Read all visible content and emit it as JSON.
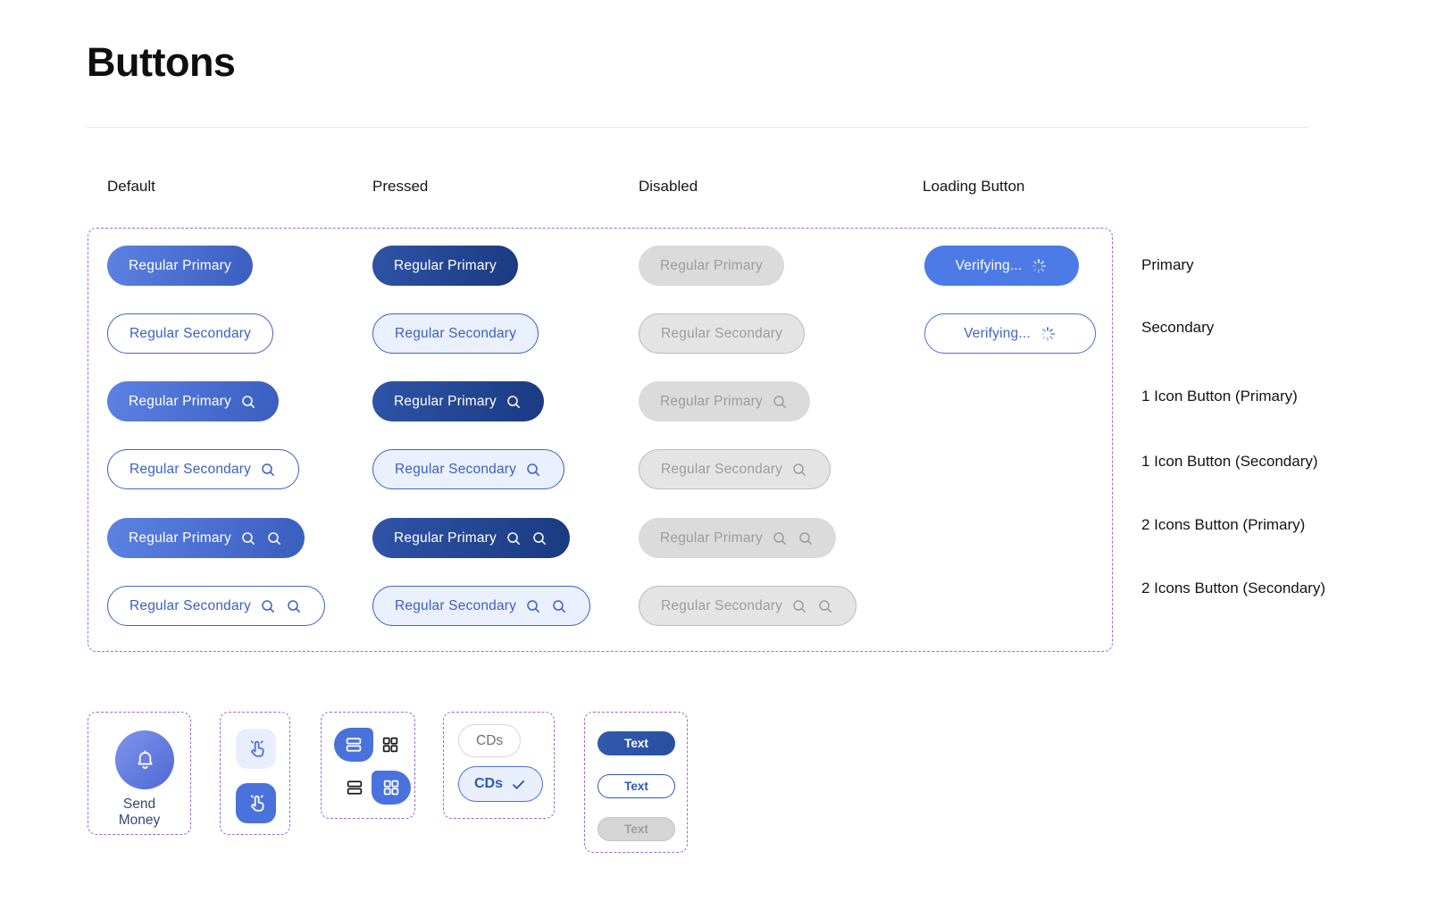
{
  "page": {
    "title": "Buttons"
  },
  "columns": {
    "default": "Default",
    "pressed": "Pressed",
    "disabled": "Disabled",
    "loading": "Loading Button"
  },
  "row_labels": {
    "primary": "Primary",
    "secondary": "Secondary",
    "icon1_primary": "1 Icon Button (Primary)",
    "icon1_secondary": "1 Icon Button (Secondary)",
    "icon2_primary": "2 Icons Button (Primary)",
    "icon2_secondary": "2 Icons Button (Secondary)"
  },
  "buttons": {
    "regular_primary": "Regular Primary",
    "regular_secondary": "Regular Secondary",
    "verifying": "Verifying...",
    "text": "Text",
    "cds": "CDs"
  },
  "send_money": {
    "line1": "Send",
    "line2": "Money"
  },
  "icons": {
    "search": "search-icon (magnifying glass)",
    "spinner": "spinner-icon (loading sunburst)",
    "bell": "bell-icon",
    "tap": "tap-icon (hand press)",
    "list": "list-view-icon",
    "grid": "grid-view-icon",
    "check": "check-icon"
  },
  "colors": {
    "primary_gradient_start": "#5c82e3",
    "primary_gradient_end": "#3a5ec0",
    "pressed_gradient_start": "#2f54a8",
    "pressed_gradient_end": "#1a3a80",
    "secondary_border": "#4066c9",
    "secondary_text": "#3961c9",
    "secondary_pressed_bg": "#eaf0fd",
    "disabled_bg": "#dbdbdb",
    "disabled_border": "#bdbdbd",
    "disabled_text": "#9d9d9d",
    "loading_primary_bg": "#4c7ae6",
    "annotation_dash": "#9c6ade",
    "send_money_text": "#33487a",
    "chip_selected_bg": "#e9effd",
    "chip_selected_border": "#4a74d8",
    "chip_selected_text": "#2f58b7"
  }
}
